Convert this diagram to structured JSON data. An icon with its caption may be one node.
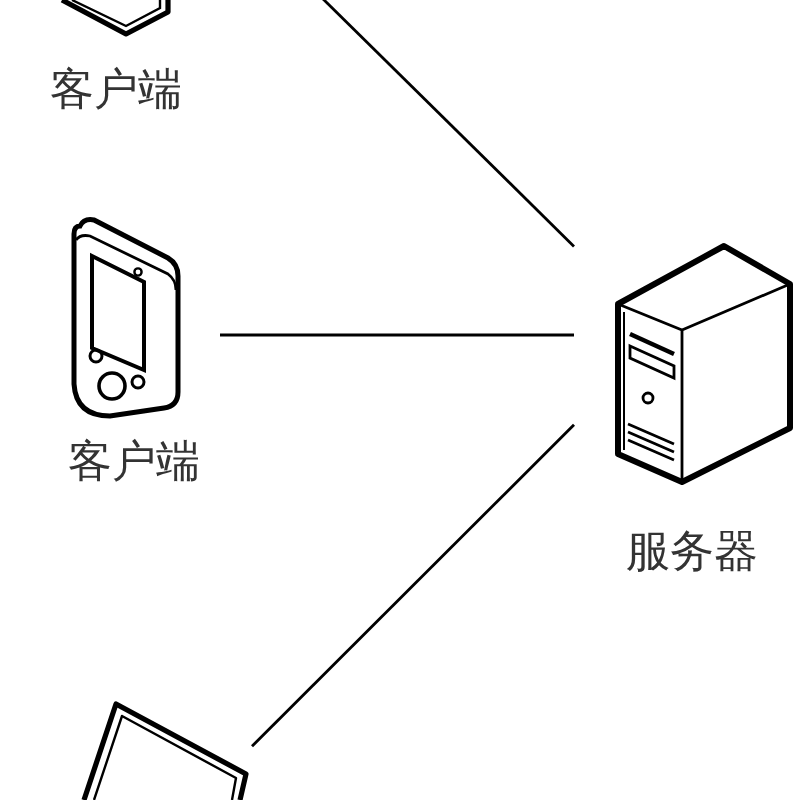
{
  "diagram": {
    "nodes": [
      {
        "text": [
          "客户端"
        ]
      },
      {
        "text": [
          "客户端"
        ]
      },
      {
        "text": [
          "服务器"
        ]
      },
      {
        "text": [],
        "shape": "picture"
      }
    ],
    "edges": [
      {
        "from": null,
        "to": 2,
        "arrow": "none"
      },
      {
        "from": 1,
        "to": 2,
        "arrow": "none"
      },
      {
        "from": 3,
        "to": 2,
        "arrow": "none"
      }
    ]
  }
}
